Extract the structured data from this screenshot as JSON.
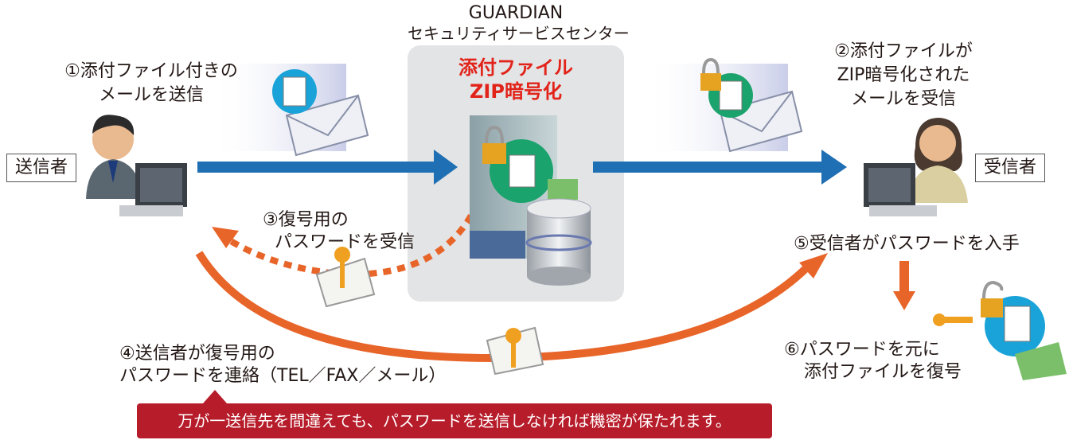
{
  "center": {
    "org": "GUARDIAN",
    "name": "セキュリティサービスセンター",
    "title_line1": "添付ファイル",
    "title_line2": "ZIP暗号化"
  },
  "sender": {
    "label": "送信者"
  },
  "receiver": {
    "label": "受信者"
  },
  "steps": {
    "s1_line1": "①添付ファイル付きの",
    "s1_line2": "メールを送信",
    "s2_line1": "②添付ファイルが",
    "s2_line2": "ZIP暗号化された",
    "s2_line3": "メールを受信",
    "s3_line1": "③復号用の",
    "s3_line2": "パスワードを受信",
    "s4_line1": "④送信者が復号用の",
    "s4_line2": "パスワードを連絡（TEL／FAX／メール）",
    "s5": "⑤受信者がパスワードを入手",
    "s6_line1": "⑥パスワードを元に",
    "s6_line2": "添付ファイルを復号"
  },
  "note": "万が一送信先を間違えても、パスワードを送信しなければ機密が保たれます。",
  "colors": {
    "blue_arrow": "#1f6fb5",
    "orange_arrow": "#e8652a",
    "banner": "#b71c2a",
    "title_red": "#e2231a"
  }
}
